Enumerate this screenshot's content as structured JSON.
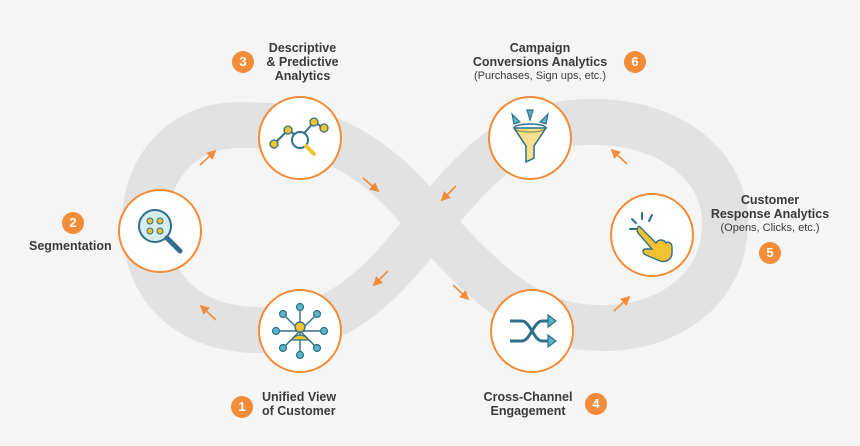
{
  "colors": {
    "accent": "#f28c38",
    "band": "#e2e2e2",
    "icon_blue": "#2f6f8a",
    "icon_teal": "#5bb6c4",
    "icon_yellow": "#f2c230",
    "text": "#3a3a3a"
  },
  "steps": [
    {
      "number": "1",
      "line1": "Unified View",
      "line2": "of Customer",
      "icon": "customer-network-icon"
    },
    {
      "number": "2",
      "line1": "Segmentation",
      "icon": "segmentation-magnifier-icon"
    },
    {
      "number": "3",
      "line1": "Descriptive",
      "line2": "& Predictive",
      "line3": "Analytics",
      "icon": "analytics-graph-icon"
    },
    {
      "number": "4",
      "line1": "Cross-Channel",
      "line2": "Engagement",
      "icon": "shuffle-arrows-icon"
    },
    {
      "number": "5",
      "line1": "Customer",
      "line2": "Response Analytics",
      "line3": "(Opens, Clicks, etc.)",
      "icon": "clicking-hand-icon"
    },
    {
      "number": "6",
      "line1": "Campaign",
      "line2": "Conversions Analytics",
      "line3": "(Purchases, Sign ups, etc.)",
      "icon": "conversion-funnel-icon"
    }
  ]
}
